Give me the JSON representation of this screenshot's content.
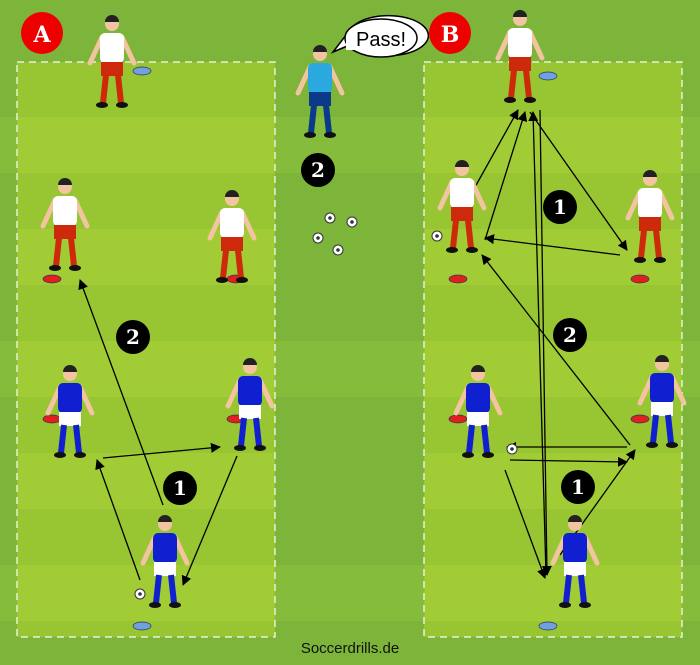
{
  "panels": {
    "a_label": "A",
    "b_label": "B"
  },
  "speech_bubble": "Pass!",
  "step_markers": {
    "a_one": "1",
    "a_two": "2",
    "center_two": "2",
    "b_one_top": "1",
    "b_two": "2",
    "b_one_bottom": "1"
  },
  "footer": "Soccerdrills.de",
  "colors": {
    "field_dark": "#7db43a",
    "field_light": "#86bc3c",
    "zone": "#98c532",
    "red_badge": "#ee0000",
    "blue_team": "#1020d0",
    "red_team": "#cc2a0a",
    "keeper": "#2aa9e0"
  }
}
